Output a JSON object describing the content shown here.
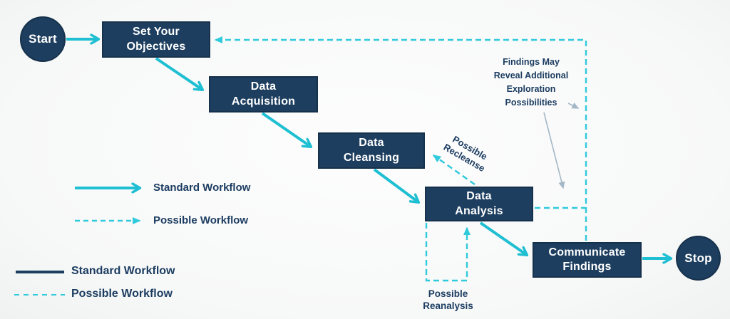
{
  "diagram_type": "flowchart",
  "colors": {
    "cyan_solid": "#1ebfd2",
    "cyan_dashed": "#2fcadc",
    "node_fill": "#1d3e5f",
    "node_border": "#16314b",
    "node_text": "#ffffff",
    "label_text": "#1c3d61",
    "gray_arrow": "#a3b7c6",
    "background": "#f9fafa"
  },
  "nodes": {
    "start": {
      "label": "Start"
    },
    "objectives": {
      "lines": [
        "Set Your",
        "Objectives"
      ]
    },
    "acquisition": {
      "lines": [
        "Data",
        "Acquisition"
      ]
    },
    "cleansing": {
      "lines": [
        "Data",
        "Cleansing"
      ]
    },
    "analysis": {
      "lines": [
        "Data",
        "Analysis"
      ]
    },
    "communicate": {
      "lines": [
        "Communicate",
        "Findings"
      ]
    },
    "stop": {
      "label": "Stop"
    }
  },
  "annotations": {
    "findings_note": {
      "lines": [
        "Findings May",
        "Reveal Additional",
        "Exploration",
        "Possibilities"
      ]
    },
    "recleanse": {
      "lines": [
        "Possible",
        "Recleanse"
      ]
    },
    "reanalysis": {
      "lines": [
        "Possible",
        "Reanalysis"
      ]
    }
  },
  "legend_arrows": {
    "standard": "Standard Workflow",
    "possible": "Possible Workflow"
  },
  "legend_lines": {
    "standard": "Standard Workflow",
    "possible": "Possible Workflow"
  },
  "edges": [
    {
      "from": "start",
      "to": "objectives",
      "type": "standard"
    },
    {
      "from": "objectives",
      "to": "acquisition",
      "type": "standard"
    },
    {
      "from": "acquisition",
      "to": "cleansing",
      "type": "standard"
    },
    {
      "from": "cleansing",
      "to": "analysis",
      "type": "standard"
    },
    {
      "from": "analysis",
      "to": "communicate",
      "type": "standard"
    },
    {
      "from": "communicate",
      "to": "stop",
      "type": "standard"
    },
    {
      "from": "analysis",
      "to": "cleansing",
      "type": "possible",
      "label": "Possible Recleanse"
    },
    {
      "from": "analysis",
      "to": "analysis",
      "type": "possible",
      "label": "Possible Reanalysis"
    },
    {
      "from": "communicate",
      "to": "objectives",
      "type": "possible",
      "label": "Findings May Reveal Additional Exploration Possibilities"
    },
    {
      "from": "analysis",
      "to": "objectives",
      "type": "possible",
      "label": "Findings May Reveal Additional Exploration Possibilities"
    }
  ]
}
